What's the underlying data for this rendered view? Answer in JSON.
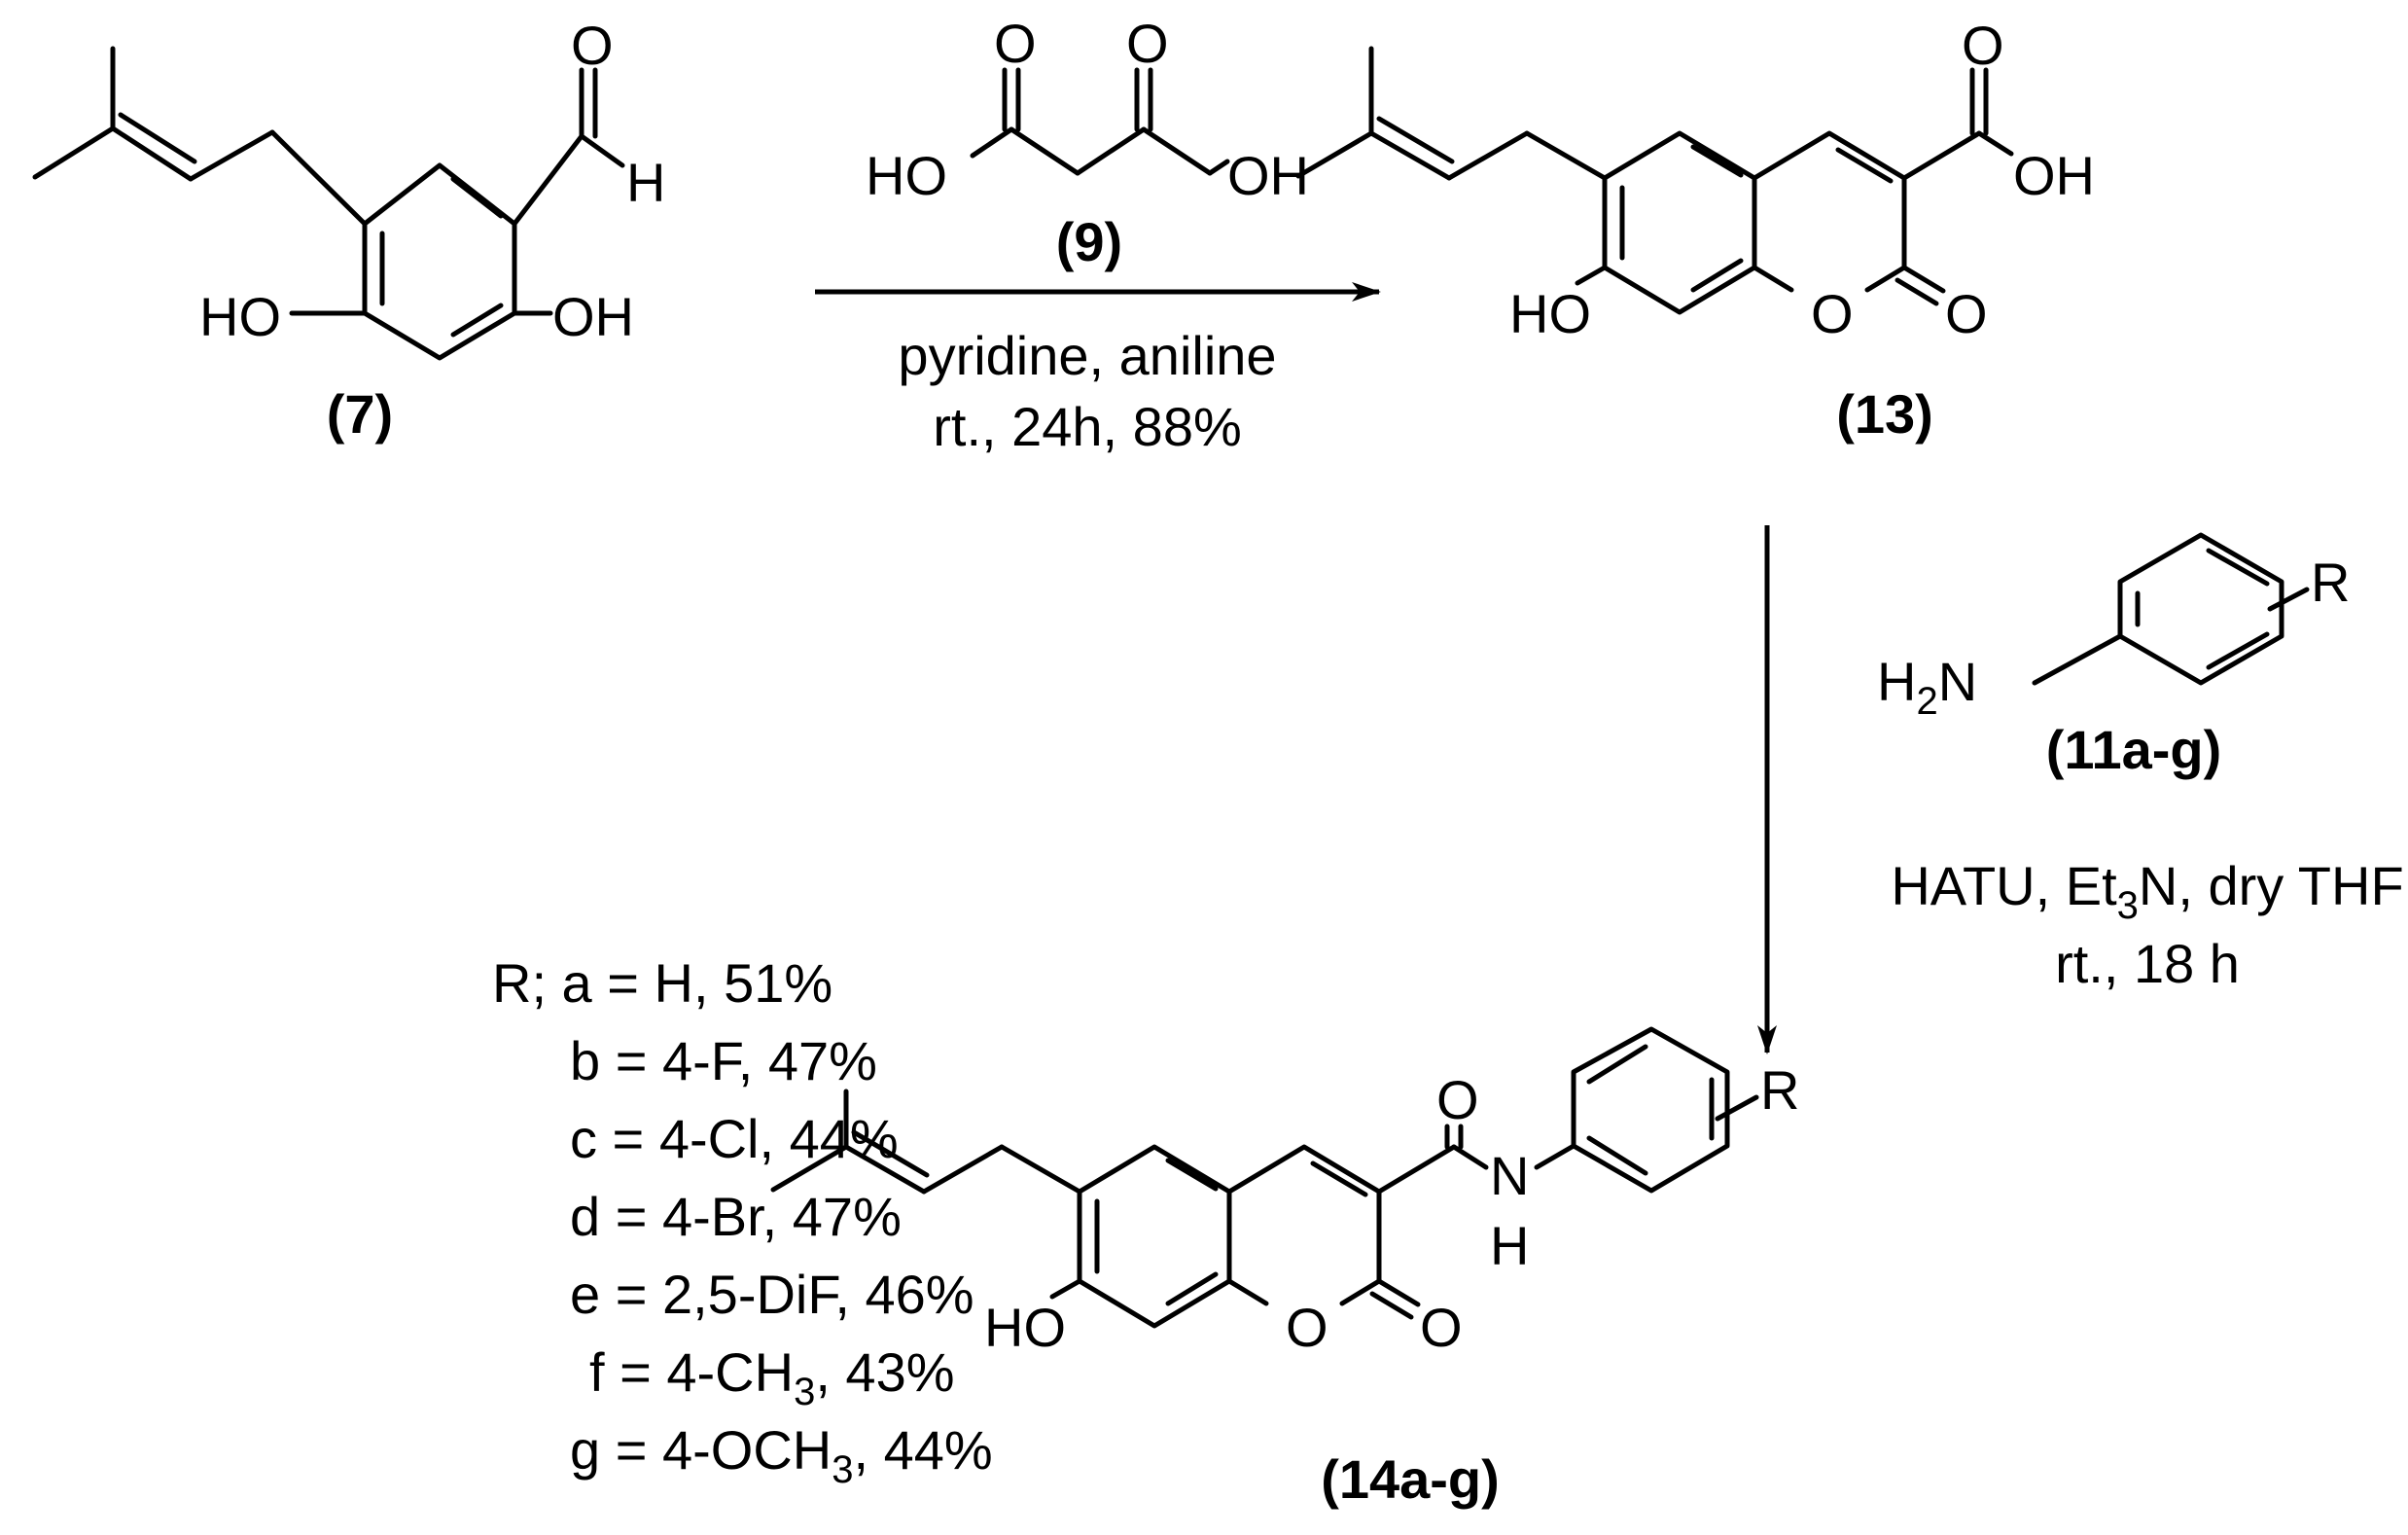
{
  "compounds": {
    "c7": {
      "label": "(7)"
    },
    "c9": {
      "label": "(9)"
    },
    "c13": {
      "label": "(13)"
    },
    "c11": {
      "label": "(11a-g)"
    },
    "c14": {
      "label": "(14a-g)"
    }
  },
  "atoms": {
    "ho": "HO",
    "oh": "OH",
    "o": "O",
    "h": "H",
    "n": "N",
    "r": "R",
    "h2n_h": "H",
    "h2n_sub": "2",
    "h2n_n": "N"
  },
  "reaction1": {
    "line1": "pyridine, aniline",
    "line2": "rt., 24h, 88%"
  },
  "reaction2": {
    "line1_a": "HATU, Et",
    "line1_sub": "3",
    "line1_b": "N, dry THF",
    "line2": "rt., 18 h"
  },
  "r_groups": {
    "a": "R; a = H, 51%",
    "b": "b = 4-F, 47%",
    "c": "c = 4-Cl, 44%",
    "d": "d = 4-Br, 47%",
    "e": "e = 2,5-DiF, 46%",
    "f_a": "f = 4-CH",
    "f_sub": "3",
    "f_b": ", 43%",
    "g_a": "g = 4-OCH",
    "g_sub": "3",
    "g_b": ", 44%"
  }
}
